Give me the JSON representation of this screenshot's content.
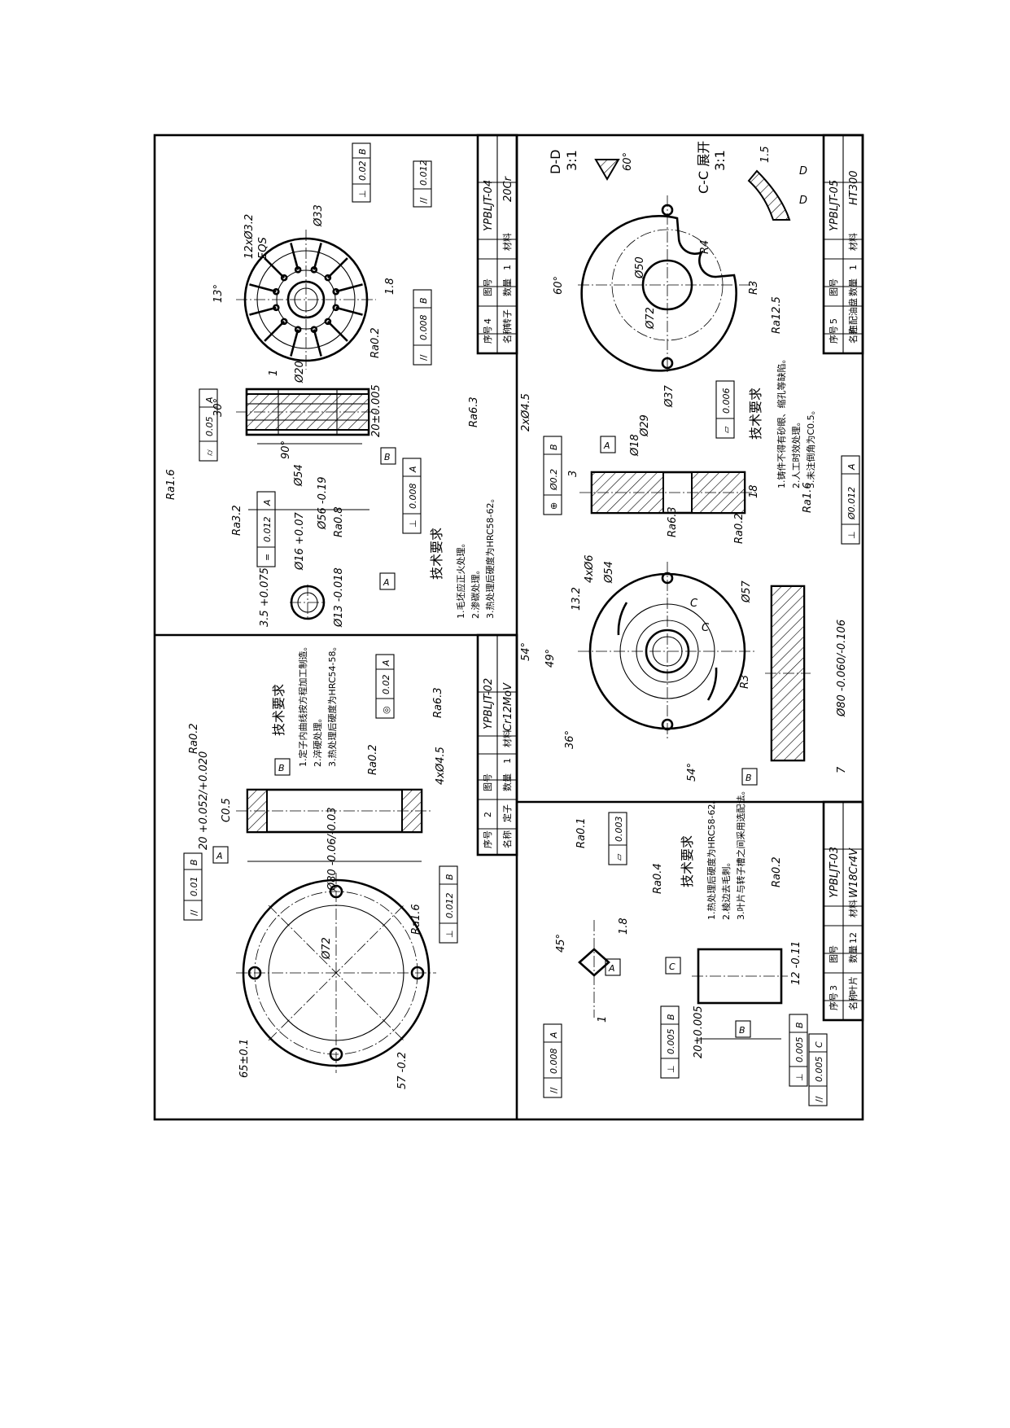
{
  "drawing": {
    "panels": [
      {
        "id": "YPBLJT-04",
        "title_block": {
          "serial_label": "序号",
          "serial_value": "4",
          "drawing_no_label": "图号",
          "drawing_no": "YPBLJT-04",
          "name_label": "名称",
          "name": "转子",
          "qty_label": "数量",
          "qty": "1",
          "material_label": "材料",
          "material": "20Cr"
        },
        "dims": [
          "Ø54",
          "Ø56 -0.19",
          "20±0.005",
          "Ø20",
          "30°",
          "90°",
          "1",
          "Ø16 +0.07",
          "3.5 +0.075",
          "Ø13 -0.018",
          "12xØ3.2",
          "EQS",
          "Ø33",
          "13°",
          "1.8"
        ],
        "tolerances": [
          {
            "symbol": "⌭",
            "value": "0.05",
            "datum": "A"
          },
          {
            "symbol": "=",
            "value": "0.012",
            "datum": "A"
          },
          {
            "symbol": "⊥",
            "value": "0.008",
            "datum": "A"
          },
          {
            "symbol": "⊥",
            "value": "0.02",
            "datum": "B"
          },
          {
            "symbol": "//",
            "value": "0.012",
            "datum": ""
          },
          {
            "symbol": "//",
            "value": "0.008",
            "datum": "B"
          }
        ],
        "roughness": [
          "Ra1.6",
          "Ra3.2",
          "Ra0.8",
          "Ra0.2",
          "Ra6.3"
        ],
        "datums": [
          "A",
          "B"
        ],
        "notes_title": "技术要求",
        "notes": [
          "1.毛坯应正火处理。",
          "2.渗碳处理。",
          "3.热处理后硬度为HRC58-62。"
        ]
      },
      {
        "id": "YPBLJT-02",
        "title_block": {
          "serial_label": "序号",
          "serial_value": "2",
          "drawing_no_label": "图号",
          "drawing_no": "YPBLJT-02",
          "name_label": "名称",
          "name": "定子",
          "qty_label": "数量",
          "qty": "1",
          "material_label": "材料",
          "material": "Cr12MoV"
        },
        "dims": [
          "Ø80 -0.06/-0.03",
          "20 +0.052/+0.020",
          "C0.5",
          "Ø72",
          "65±0.1",
          "57 -0.2",
          "4xØ4.5"
        ],
        "tolerances": [
          {
            "symbol": "//",
            "value": "0.01",
            "datum": "B"
          },
          {
            "symbol": "⊥",
            "value": "0.012",
            "datum": "B"
          },
          {
            "symbol": "◎",
            "value": "0.02",
            "datum": "A"
          }
        ],
        "roughness": [
          "Ra0.2",
          "Ra0.2",
          "Ra1.6",
          "Ra6.3"
        ],
        "datums": [
          "A",
          "B"
        ],
        "notes_title": "技术要求",
        "notes": [
          "1.定子内曲线按方程加工制造。",
          "2.淬硬处理。",
          "3.热处理后硬度为HRC54-58。"
        ]
      },
      {
        "id": "YPBLJT-05",
        "title_block": {
          "serial_label": "序号",
          "serial_value": "5",
          "drawing_no_label": "图号",
          "drawing_no": "YPBLJT-05",
          "name_label": "名称",
          "name": "左配油盘",
          "qty_label": "数量",
          "qty": "1",
          "material_label": "材料",
          "material": "HT300"
        },
        "dims": [
          "2xØ4.5",
          "Ø37",
          "Ø29",
          "Ø18",
          "3",
          "18",
          "4xØ6",
          "Ø54",
          "13.2",
          "49°",
          "54°",
          "36°",
          "54°",
          "Ø57",
          "R3",
          "Ø80 -0.060/-0.106",
          "7",
          "Ø50",
          "Ø72",
          "60°",
          "R4",
          "R3",
          "1.5",
          "60°"
        ],
        "tolerances": [
          {
            "symbol": "⊕",
            "value": "Ø0.2",
            "datum": "B"
          },
          {
            "symbol": "▱",
            "value": "0.006",
            "datum": ""
          },
          {
            "symbol": "⊥",
            "value": "Ø0.012",
            "datum": "A"
          }
        ],
        "roughness": [
          "Ra6.3",
          "Ra0.2",
          "Ra1.6",
          "Ra12.5"
        ],
        "datums": [
          "A",
          "B"
        ],
        "section_views": [
          {
            "name": "D-D",
            "scale": "3:1"
          },
          {
            "name": "C-C 展开",
            "scale": "3:1"
          }
        ],
        "section_markers": [
          "C",
          "C",
          "D",
          "D"
        ],
        "notes_title": "技术要求",
        "notes": [
          "1.铸件不得有砂眼、缩孔等缺陷。",
          "2.人工时效处理。",
          "3.未注倒角为C0.5。"
        ]
      },
      {
        "id": "YPBLJT-03",
        "title_block": {
          "serial_label": "序号",
          "serial_value": "3",
          "drawing_no_label": "图号",
          "drawing_no": "YPBLJT-03",
          "name_label": "名称",
          "name": "叶片",
          "qty_label": "数量",
          "qty": "12",
          "material_label": "材料",
          "material": "W18Cr4V"
        },
        "dims": [
          "45°",
          "1.8",
          "12 -0.11",
          "20±0.005",
          "1"
        ],
        "tolerances": [
          {
            "symbol": "▱",
            "value": "0.003",
            "datum": ""
          },
          {
            "symbol": "//",
            "value": "0.008",
            "datum": "A"
          },
          {
            "symbol": "⊥",
            "value": "0.005",
            "datum": "B"
          },
          {
            "symbol": "⊥",
            "value": "0.005",
            "datum": "B"
          },
          {
            "symbol": "//",
            "value": "0.005",
            "datum": "C"
          }
        ],
        "roughness": [
          "Ra0.1",
          "Ra0.4",
          "Ra0.2"
        ],
        "datums": [
          "A",
          "B",
          "C"
        ],
        "notes_title": "技术要求",
        "notes": [
          "1.热处理后硬度为HRC58-62。",
          "2.棱边去毛刺。",
          "3.叶片与转子槽之间采用选配法。"
        ]
      }
    ]
  }
}
